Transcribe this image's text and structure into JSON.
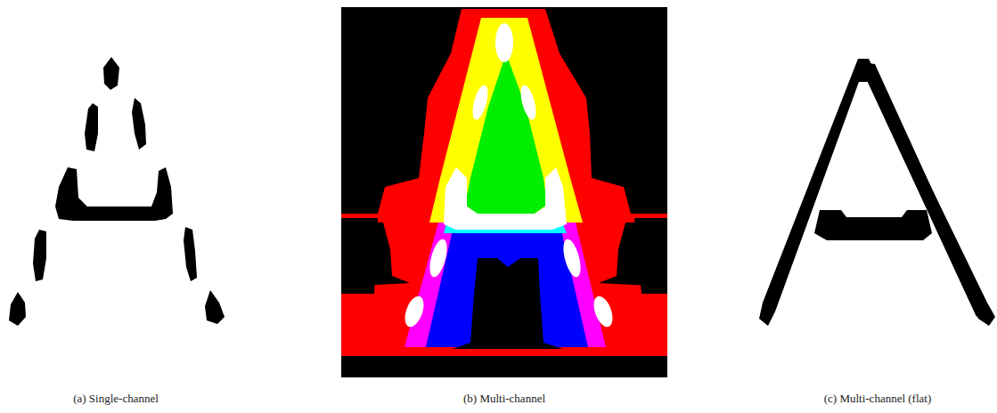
{
  "diagram": {
    "labels": [
      "(a) Single-channel",
      "(b) Multi-channel",
      "(c) Multi-channel (flat)"
    ]
  }
}
